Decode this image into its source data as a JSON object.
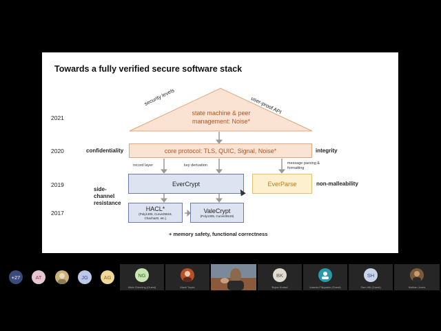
{
  "slide": {
    "title": "Towards a fully verified secure software stack",
    "years": [
      "2021",
      "2020",
      "2019",
      "2017"
    ],
    "triangle": {
      "left_label": "security levels",
      "right_label": "user-proof API",
      "text_line1": "state machine & peer",
      "text_line2": "management: Noise*"
    },
    "core": "core protocol: TLS, QUIC, Signal, Noise*",
    "confidentiality": "confidentiality",
    "integrity": "integrity",
    "record_layer": "record layer",
    "key_derivation": "key derivation",
    "message_parsing_line1": "message parsing &",
    "message_parsing_line2": "formatting",
    "evercrypt": "EverCrypt",
    "everparse": "EverParse",
    "non_malleability": "non-malleability",
    "side_channel_line1": "side-",
    "side_channel_line2": "channel",
    "side_channel_line3": "resistance",
    "hacl": {
      "name": "HACL*",
      "line1": "(Poly1305, Curve25519,",
      "line2": "Chacha20, etc.)"
    },
    "valecrypt": {
      "name": "ValeCrypt",
      "line1": "(Poly1305, Curve25519)"
    },
    "footer": "+ memory safety, functional correctness"
  },
  "participants": [
    {
      "initials": "+27",
      "color": "#3a4a7a"
    },
    {
      "initials": "AT",
      "color": "#e8c7d4",
      "text_color": "#8a3a5a"
    },
    {
      "initials": "",
      "color": "#c8b27a"
    },
    {
      "initials": "JG",
      "color": "#bcc8e8",
      "text_color": "#3a4a8a"
    },
    {
      "initials": "AG",
      "color": "#f0d79a",
      "text_color": "#8a6a1a"
    }
  ],
  "video_tiles": [
    {
      "initials": "NG",
      "name": "Niels Gimming (Guest)",
      "color": "#c8e6b0",
      "text_color": "#3a6a2a"
    },
    {
      "initials": "",
      "name": "Mauli Toyde",
      "color": "#b8502a"
    },
    {
      "initials": "",
      "name": "",
      "color": "#6a7a8a"
    },
    {
      "initials": "BK",
      "name": "Bojan Kodad",
      "color": "#e0dcd0",
      "text_color": "#555"
    },
    {
      "initials": "",
      "name": "Ioannis Filippakis (Guest)",
      "color": "#2a9aaa"
    },
    {
      "initials": "SH",
      "name": "Sam Hill (Guest)",
      "color": "#c8d4ea",
      "text_color": "#3a4a7a"
    },
    {
      "initials": "",
      "name": "Nathan Jones",
      "color": "#7a5a3a"
    }
  ]
}
